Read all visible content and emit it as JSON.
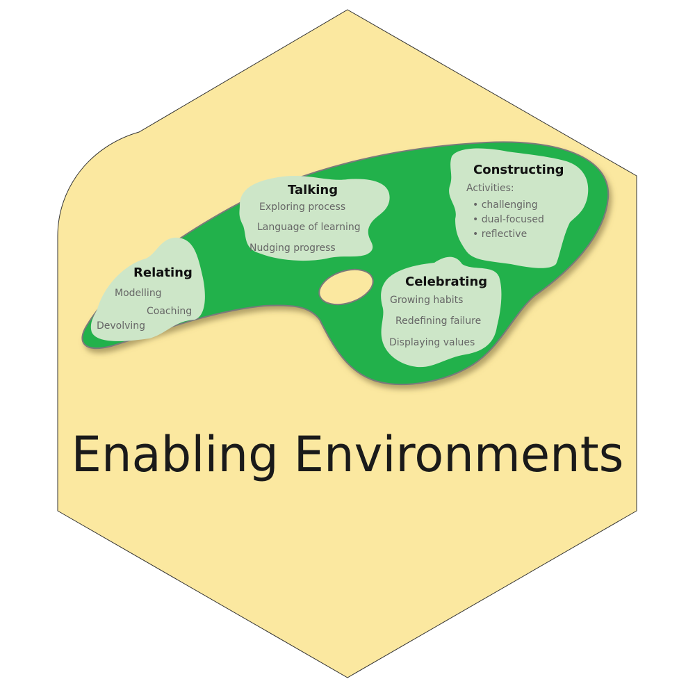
{
  "title": "Enabling Environments",
  "colors": {
    "background": "#fbe8a0",
    "palette": "#22b14c",
    "blob": "#cde6c8",
    "text": "#666666"
  },
  "sections": {
    "relating": {
      "heading": "Relating",
      "items": [
        "Modelling",
        "Coaching",
        "Devolving"
      ]
    },
    "talking": {
      "heading": "Talking",
      "items": [
        "Exploring process",
        "Language of learning",
        "Nudging progress"
      ]
    },
    "constructing": {
      "heading": "Constructing",
      "intro": "Activities:",
      "items": [
        "• challenging",
        "• dual-focused",
        "• reflective"
      ]
    },
    "celebrating": {
      "heading": "Celebrating",
      "items": [
        "Growing habits",
        "Redefining failure",
        "Displaying values"
      ]
    }
  }
}
